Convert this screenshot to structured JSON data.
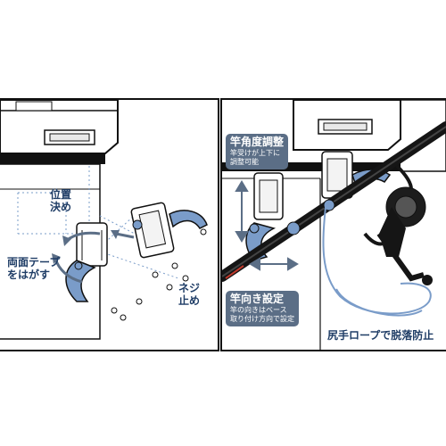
{
  "left_panel": {
    "label_position": [
      "位置",
      "決め"
    ],
    "label_tape": [
      "両面テープ",
      "をはがす"
    ],
    "label_screw": [
      "ネジ",
      "止め"
    ]
  },
  "right_panel": {
    "angle_tag": {
      "title": "竿角度調整",
      "desc": [
        "竿受けが上下に",
        "調整可能"
      ]
    },
    "direction_tag": {
      "title": "竿向き設定",
      "desc": [
        "竿の向きはベース",
        "取り付け方向で設定"
      ]
    },
    "rope_caption": "尻手ロープで脱落防止"
  },
  "colors": {
    "accent_blue": "#7a9cc9",
    "tag_bg": "#5b6e86",
    "label_navy": "#1f3d66",
    "rod_black": "#151515",
    "rod_red": "#c0392b"
  }
}
